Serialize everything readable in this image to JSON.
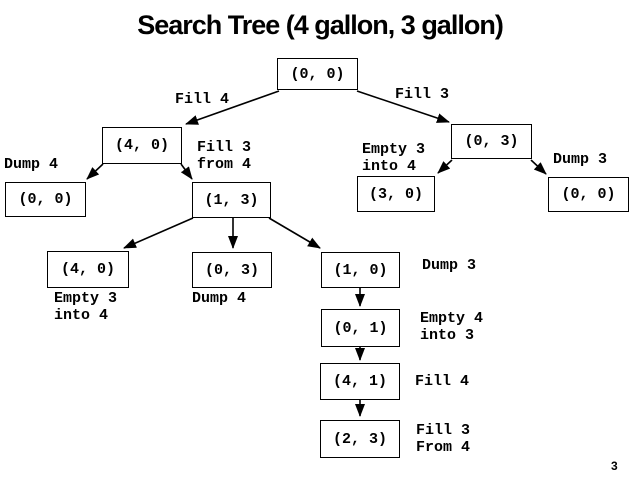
{
  "title": "Search Tree (4 gallon, 3 gallon)",
  "page_number": "3",
  "nodes": [
    {
      "id": "root",
      "label": "(0, 0)"
    },
    {
      "id": "l2-left",
      "label": "(4, 0)"
    },
    {
      "id": "l3-far-left",
      "label": "(0, 0)"
    },
    {
      "id": "l3-mid-left",
      "label": "(1, 3)"
    },
    {
      "id": "l2-right",
      "label": "(0, 3)"
    },
    {
      "id": "l3-mid-right",
      "label": "(3, 0)"
    },
    {
      "id": "l3-far-right",
      "label": "(0, 0)"
    },
    {
      "id": "l4-left",
      "label": "(4, 0)"
    },
    {
      "id": "l4-mid",
      "label": "(0, 3)"
    },
    {
      "id": "l4-right",
      "label": "(1, 0)"
    },
    {
      "id": "l5",
      "label": "(0, 1)"
    },
    {
      "id": "l6",
      "label": "(4, 1)"
    },
    {
      "id": "l7",
      "label": "(2, 3)"
    }
  ],
  "edge_labels": [
    {
      "id": "fill-4-root-left",
      "text": "Fill 4"
    },
    {
      "id": "fill-3-root-right",
      "text": "Fill 3"
    },
    {
      "id": "dump-4-left",
      "text": "Dump 4"
    },
    {
      "id": "fill-3-from-4",
      "text": "Fill 3\nfrom 4"
    },
    {
      "id": "empty-3-into-4-right",
      "text": "Empty 3\ninto 4"
    },
    {
      "id": "dump-3-right",
      "text": "Dump 3"
    },
    {
      "id": "empty-3-into-4-lower",
      "text": "Empty 3\ninto 4"
    },
    {
      "id": "dump-4-lower",
      "text": "Dump 4"
    },
    {
      "id": "dump-3-lower",
      "text": "Dump 3"
    },
    {
      "id": "empty-4-into-3",
      "text": "Empty 4\ninto 3"
    },
    {
      "id": "fill-4-lower",
      "text": "Fill 4"
    },
    {
      "id": "fill-3-from-4-bottom",
      "text": "Fill 3\nFrom 4"
    }
  ],
  "edges": [
    {
      "from": "(0, 0) root",
      "to": "(4, 0)",
      "action": "Fill 4"
    },
    {
      "from": "(0, 0) root",
      "to": "(0, 3)",
      "action": "Fill 3"
    },
    {
      "from": "(4, 0)",
      "to": "(0, 0)",
      "action": "Dump 4"
    },
    {
      "from": "(4, 0)",
      "to": "(1, 3)",
      "action": "Fill 3 from 4"
    },
    {
      "from": "(0, 3)",
      "to": "(3, 0)",
      "action": "Empty 3 into 4"
    },
    {
      "from": "(0, 3)",
      "to": "(0, 0)",
      "action": "Dump 3"
    },
    {
      "from": "(1, 3)",
      "to": "(4, 0)",
      "action": "Empty 3 into 4"
    },
    {
      "from": "(1, 3)",
      "to": "(0, 3)",
      "action": "Dump 4"
    },
    {
      "from": "(1, 3)",
      "to": "(1, 0)",
      "action": "Dump 3"
    },
    {
      "from": "(1, 0)",
      "to": "(0, 1)",
      "action": "Empty 4 into 3"
    },
    {
      "from": "(0, 1)",
      "to": "(4, 1)",
      "action": "Fill 4"
    },
    {
      "from": "(4, 1)",
      "to": "(2, 3)",
      "action": "Fill 3 From 4"
    }
  ]
}
